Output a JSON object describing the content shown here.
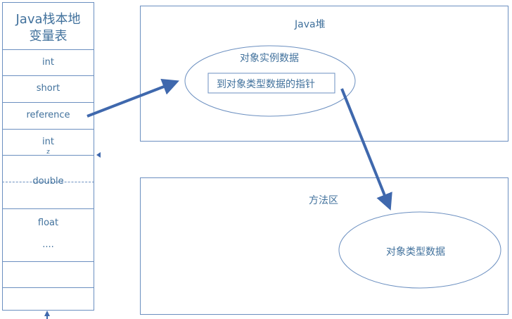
{
  "stack": {
    "title": "Java栈本地\n变量表",
    "slots": [
      "int",
      "short",
      "reference",
      "int",
      "double",
      "float",
      "...."
    ],
    "small_mark": "z"
  },
  "heap": {
    "title": "Java堆",
    "ellipse_title": "对象实例数据",
    "pointer_box": "到对象类型数据的指针"
  },
  "method_area": {
    "title": "方法区",
    "ellipse_label": "对象类型数据"
  },
  "colors": {
    "line": "#6b8fc0",
    "arrow": "#3f68ad",
    "text": "#41719c"
  }
}
